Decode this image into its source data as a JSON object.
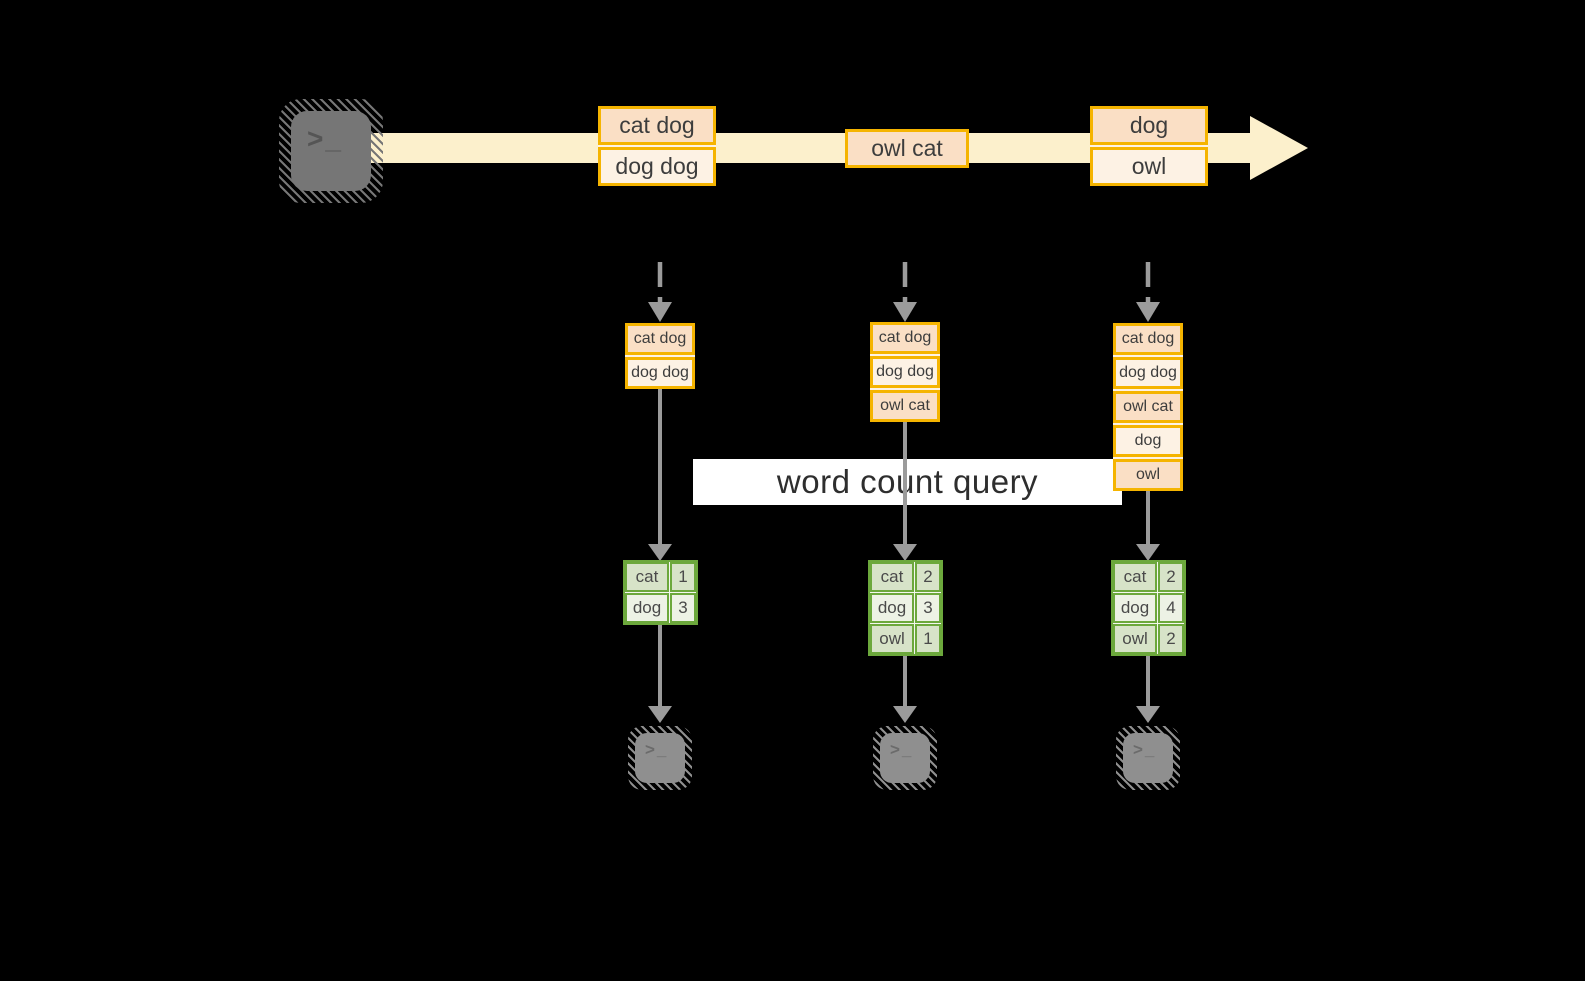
{
  "banner": {
    "label": "word count query"
  },
  "icons": {
    "terminal_prompt_glyph": ">_"
  },
  "colors": {
    "stream_band": "#FCF0CC",
    "record_border": "#F5B400",
    "record_fill_dark": "#FADFC5",
    "record_fill_light": "#FDF2E4",
    "table_border": "#6CA83C",
    "table_fill_dark": "#D7E3C8",
    "table_fill_light": "#EDF2E5",
    "connector_gray": "#9B9B9B"
  },
  "stream": {
    "groups": [
      {
        "cells": [
          "cat dog",
          "dog dog"
        ]
      },
      {
        "cells": [
          "owl cat"
        ]
      },
      {
        "cells": [
          "dog",
          "owl"
        ]
      }
    ]
  },
  "columns": [
    {
      "buffer": [
        "cat dog",
        "dog dog"
      ],
      "counts": [
        {
          "word": "cat",
          "count": "1"
        },
        {
          "word": "dog",
          "count": "3"
        }
      ]
    },
    {
      "buffer": [
        "cat dog",
        "dog dog",
        "owl cat"
      ],
      "counts": [
        {
          "word": "cat",
          "count": "2"
        },
        {
          "word": "dog",
          "count": "3"
        },
        {
          "word": "owl",
          "count": "1"
        }
      ]
    },
    {
      "buffer": [
        "cat dog",
        "dog dog",
        "owl cat",
        "dog",
        "owl"
      ],
      "counts": [
        {
          "word": "cat",
          "count": "2"
        },
        {
          "word": "dog",
          "count": "4"
        },
        {
          "word": "owl",
          "count": "2"
        }
      ]
    }
  ]
}
